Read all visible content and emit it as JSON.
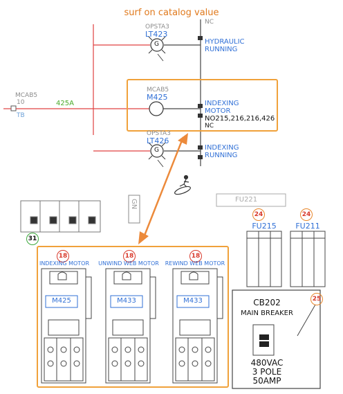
{
  "caption": "surf on catalog value",
  "colors": {
    "caption": "#e0791c",
    "highlight": "#f0a13a",
    "arrow": "#ec8a3b",
    "wire_red": "#e04040",
    "wire_green_label": "#4aaa2a",
    "label_blue": "#2f6fd6",
    "label_grey": "#8c8c8c",
    "balloon_red": "#d83a2c",
    "balloon_orange": "#e8862a",
    "balloon_green": "#3aa83a"
  },
  "schematic": {
    "rung_top": {
      "tag_prefix": "OPSTA3",
      "tag": "LT423",
      "symbol": "G",
      "desc_line1": "HYDRAULIC",
      "desc_line2": "RUNNING",
      "partial_top": "NC"
    },
    "rung_mid": {
      "source_prefix": "MCAB5",
      "source_num": "10",
      "source_tb": "TB",
      "wire_label": "425A",
      "tag_prefix": "MCAB5",
      "tag": "M425",
      "desc_line1": "INDEXING",
      "desc_line2": "MOTOR",
      "no_contacts": "NO215,216,216,426",
      "nc_contacts": "NC"
    },
    "rung_bot": {
      "tag_prefix": "OPSTA3",
      "tag": "LT426",
      "symbol": "G",
      "desc_line1": "INDEXING",
      "desc_line2": "RUNNING"
    }
  },
  "panel": {
    "partial_label_gn": "GN",
    "partial_label_fu": "FU221",
    "balloon_31": "31",
    "starters": [
      {
        "balloon": "18",
        "title": "INDEXING MOTOR",
        "tag": "M425"
      },
      {
        "balloon": "18",
        "title": "UNWIND WEB MOTOR",
        "tag": "M433"
      },
      {
        "balloon": "18",
        "title": "REWIND WEB MOTOR",
        "tag": "M433"
      }
    ],
    "fuses": [
      {
        "balloon": "24",
        "label": "FU215"
      },
      {
        "balloon": "24",
        "label": "FU211"
      }
    ],
    "breaker": {
      "balloon": "25",
      "tag": "CB202",
      "title": "MAIN BREAKER",
      "rating_line1": "480VAC",
      "rating_line2": "3 POLE",
      "rating_line3": "50AMP"
    }
  }
}
